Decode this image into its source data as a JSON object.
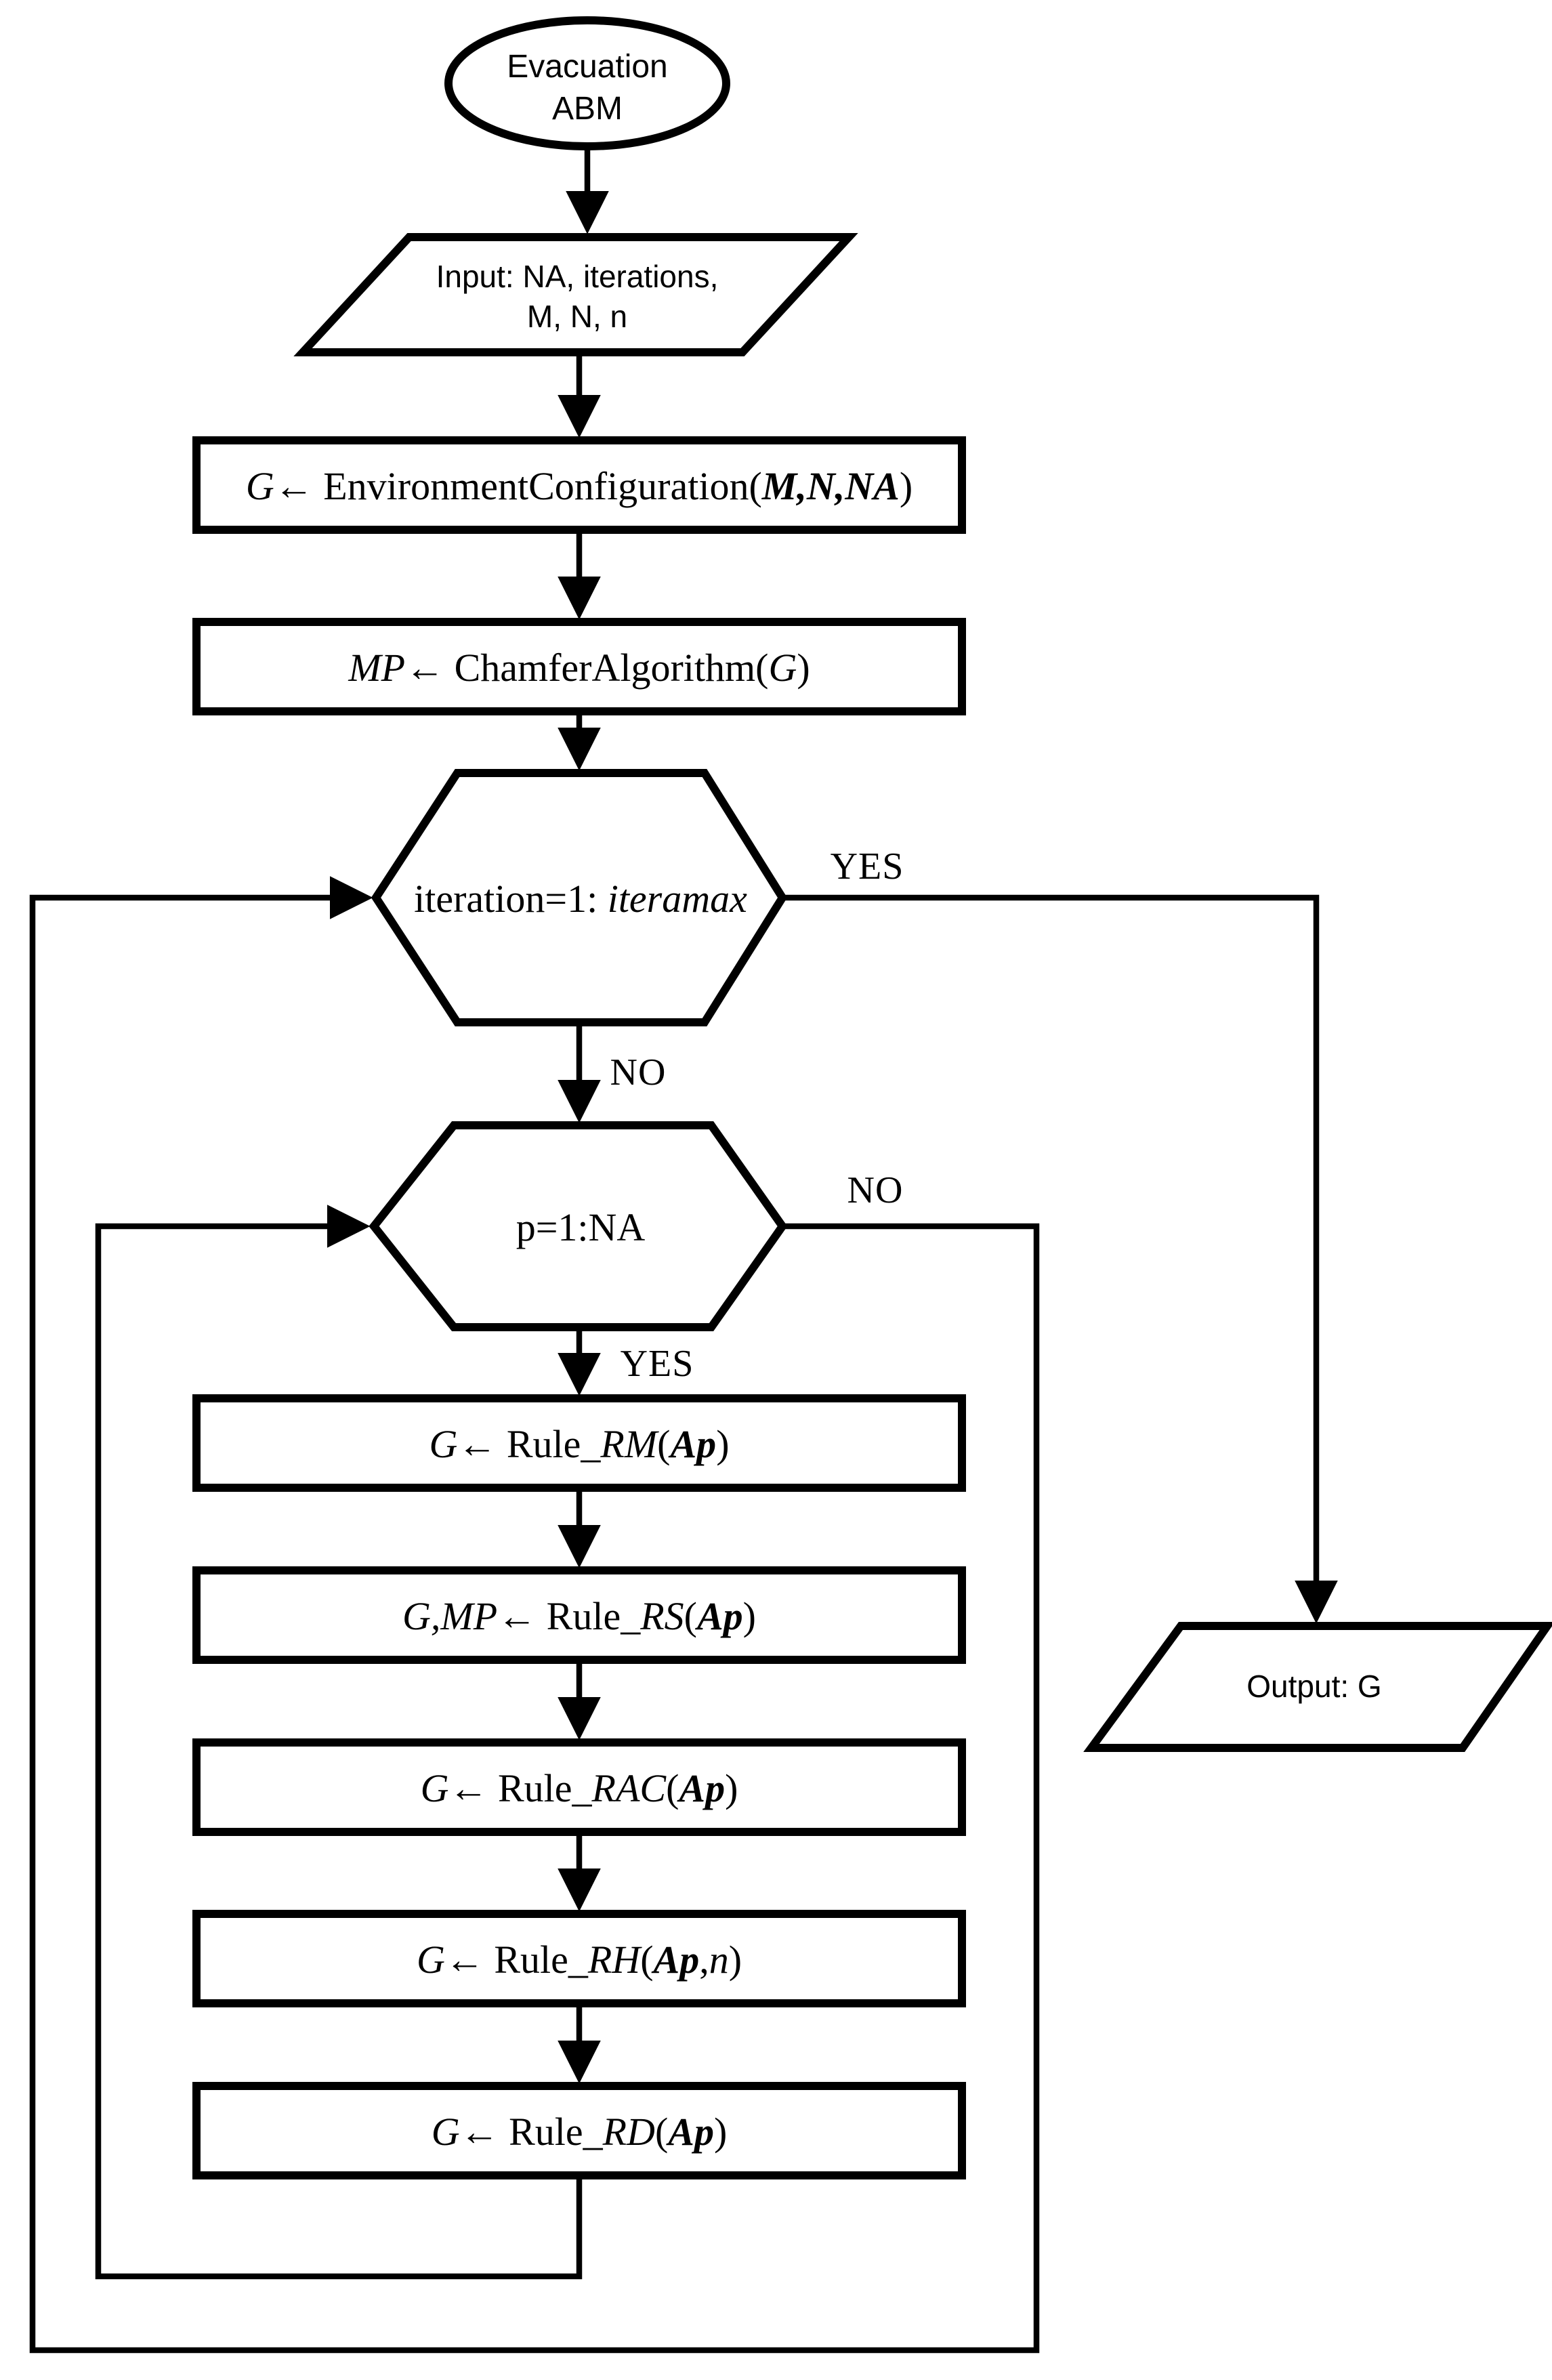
{
  "figure": {
    "ink_color": "#000000",
    "paper_color": "#ffffff"
  },
  "nodes": {
    "start": {
      "type": "terminator",
      "lines": [
        "Evacuation",
        "ABM"
      ]
    },
    "input": {
      "type": "io",
      "lines": [
        "Input: NA, iterations,",
        "M, N, n"
      ]
    },
    "env_config": {
      "type": "process",
      "segments": [
        {
          "t": "G",
          "s": "i"
        },
        {
          "t": "← EnvironmentConfiguration(",
          "s": "r"
        },
        {
          "t": "M,N,NA",
          "s": "bi"
        },
        {
          "t": ")",
          "s": "r"
        }
      ]
    },
    "chamfer": {
      "type": "process",
      "segments": [
        {
          "t": "MP",
          "s": "i"
        },
        {
          "t": "← ChamferAlgorithm(",
          "s": "r"
        },
        {
          "t": "G",
          "s": "i"
        },
        {
          "t": ")",
          "s": "r"
        }
      ]
    },
    "iter_loop": {
      "type": "loop-decision",
      "segments": [
        {
          "t": "iteration=1: ",
          "s": "r"
        },
        {
          "t": "iteramax",
          "s": "i"
        }
      ]
    },
    "agent_loop": {
      "type": "loop-decision",
      "segments": [
        {
          "t": "p=1:NA",
          "s": "r"
        }
      ]
    },
    "rule_rm": {
      "type": "process",
      "segments": [
        {
          "t": "G",
          "s": "i"
        },
        {
          "t": "← Rule_",
          "s": "r"
        },
        {
          "t": "RM",
          "s": "i"
        },
        {
          "t": "(",
          "s": "r"
        },
        {
          "t": "Ap",
          "s": "bi"
        },
        {
          "t": ")",
          "s": "r"
        }
      ]
    },
    "rule_rs": {
      "type": "process",
      "segments": [
        {
          "t": "G,MP",
          "s": "i"
        },
        {
          "t": "← Rule_",
          "s": "r"
        },
        {
          "t": "RS",
          "s": "i"
        },
        {
          "t": "(",
          "s": "r"
        },
        {
          "t": "Ap",
          "s": "bi"
        },
        {
          "t": ")",
          "s": "r"
        }
      ]
    },
    "rule_rac": {
      "type": "process",
      "segments": [
        {
          "t": "G",
          "s": "i"
        },
        {
          "t": "← Rule_",
          "s": "r"
        },
        {
          "t": "RAC",
          "s": "i"
        },
        {
          "t": "(",
          "s": "r"
        },
        {
          "t": "Ap",
          "s": "bi"
        },
        {
          "t": ")",
          "s": "r"
        }
      ]
    },
    "rule_rh": {
      "type": "process",
      "segments": [
        {
          "t": "G",
          "s": "i"
        },
        {
          "t": "← Rule_",
          "s": "r"
        },
        {
          "t": "RH",
          "s": "i"
        },
        {
          "t": "(",
          "s": "r"
        },
        {
          "t": "Ap",
          "s": "bi"
        },
        {
          "t": ",",
          "s": "r"
        },
        {
          "t": "n",
          "s": "i"
        },
        {
          "t": ")",
          "s": "r"
        }
      ]
    },
    "rule_rd": {
      "type": "process",
      "segments": [
        {
          "t": "G",
          "s": "i"
        },
        {
          "t": "← Rule_",
          "s": "r"
        },
        {
          "t": "RD",
          "s": "i"
        },
        {
          "t": "(",
          "s": "r"
        },
        {
          "t": "Ap",
          "s": "bi"
        },
        {
          "t": ")",
          "s": "r"
        }
      ]
    },
    "output": {
      "type": "io",
      "lines": [
        "Output: G"
      ]
    }
  },
  "edges": {
    "iter_yes": {
      "label": "YES"
    },
    "iter_no": {
      "label": "NO"
    },
    "agent_no": {
      "label": "NO"
    },
    "agent_yes": {
      "label": "YES"
    }
  }
}
